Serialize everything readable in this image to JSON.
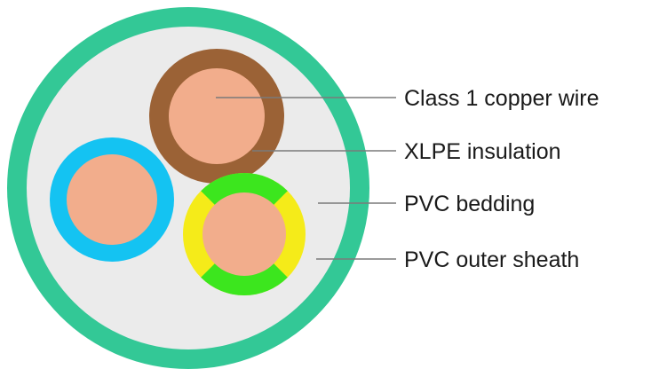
{
  "diagram": {
    "labels": {
      "copper": "Class 1 copper wire",
      "insulation": "XLPE insulation",
      "bedding": "PVC bedding",
      "sheath": "PVC outer sheath"
    },
    "colors": {
      "outer_sheath": "#33c896",
      "bedding": "#ebebeb",
      "copper": "#f2ad8c",
      "brown_insulation": "#9b6236",
      "blue_insulation": "#14c3f2",
      "earth_green": "#3ce61e",
      "earth_yellow": "#f5eb19",
      "leader_line": "#7a7a7a",
      "label_text": "#1a1a1a"
    },
    "cores": [
      {
        "name": "brown-core",
        "insulation": "brown"
      },
      {
        "name": "blue-core",
        "insulation": "blue"
      },
      {
        "name": "earth-core",
        "insulation": "green-yellow"
      }
    ]
  }
}
